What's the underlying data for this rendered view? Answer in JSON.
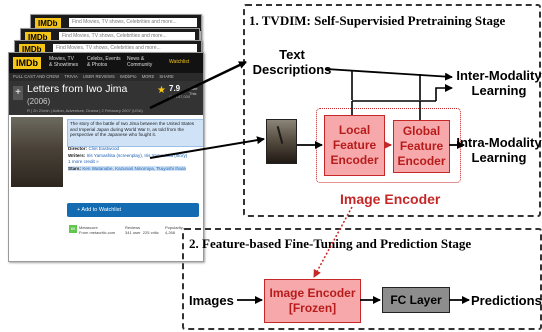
{
  "diagram": {
    "stage1_title": "1. TVDIM: Self-Supervisied Pretraining Stage",
    "stage2_title": "2. Feature-based Fine-Tuning and Prediction Stage",
    "text_descriptions_label": "Text\nDescriptions",
    "local_encoder_label": "Local\nFeature\nEncoder",
    "global_encoder_label": "Global\nFeature\nEncoder",
    "image_encoder_label": "Image Encoder",
    "inter_modality_label": "Inter-Modality\nLearning",
    "intra_modality_label": "Intra-Modality\nLearning",
    "images_label": "Images",
    "frozen_encoder_label": "Image Encoder\n[Frozen]",
    "fc_layer_label": "FC Layer",
    "predictions_label": "Predictions",
    "colors": {
      "encoder_fill": "#f7a8aa",
      "encoder_border": "#c62828",
      "encoder_text": "#b71c1c",
      "fc_fill": "#8d8d8d"
    }
  },
  "imdb": {
    "logo": "IMDb",
    "search_placeholder": "Find Movies, TV shows, Celebrities and more...",
    "nav": [
      "Movies, TV\n& Showtimes",
      "Celebs, Events\n& Photos",
      "News &\nCommunity",
      "Watchlist"
    ],
    "subnav": [
      "FULL CAST AND CREW",
      "TRIVIA",
      "USER REVIEWS",
      "IMDbPro",
      "MORE",
      "SHARE"
    ],
    "title": "Letters from Iwo Jima",
    "year": "(2006)",
    "meta": "R | 2h 21min | Action, Adventure, Drama | 2 February 2007 (USA)",
    "rating": "7.9",
    "rating_sub": "/10  147,000",
    "rate_this": "Rate This",
    "plot": "The story of the battle of Iwo Jima between the United States and Imperial Japan during World War II, as told from the perspective of the Japanese who fought it.",
    "director_label": "Director:",
    "director": "Clint Eastwood",
    "writers_label": "Writers:",
    "writers": "Iris Yamashita (screenplay), Iris Yamashita (story)",
    "writers_more": "1 more credit »",
    "stars_label": "Stars:",
    "stars": "Ken Watanabe, Kazunari Ninomiya, Tsuyoshi Ihara",
    "watch_label": "+ Add to Watchlist",
    "metascore": "89",
    "metascore_label": "Metascore\nFrom metacritic.com",
    "reviews_label": "Reviews\n341 user  225 critic",
    "popularity_label": "Popularity\n4,268"
  }
}
